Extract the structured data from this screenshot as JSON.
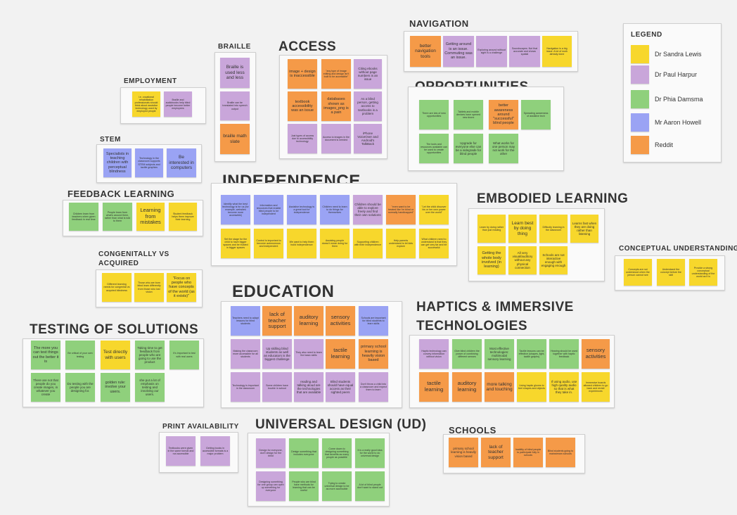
{
  "legend": {
    "title": "LEGEND",
    "items": [
      {
        "label": "Dr Sandra Lewis",
        "color": "#f7d72c"
      },
      {
        "label": "Dr Paul Harpur",
        "color": "#c9a6da"
      },
      {
        "label": "Dr Phia Damsma",
        "color": "#8fd07c"
      },
      {
        "label": "Mr Aaron Howell",
        "color": "#9aa3f4"
      },
      {
        "label": "Reddit",
        "color": "#f59a48"
      }
    ]
  },
  "clusters": {
    "employment": {
      "title": "EMPLOYMENT",
      "notes": [
        "i.e. vocational rehabilitation professionals should think about assistive technology used by employed people",
        "Braille and audiobooks help blind people become better employees"
      ]
    },
    "stem": {
      "title": "STEM",
      "notes": [
        "Specialists in teaching children with perceptual blindness",
        "Technology in the classroom supports STEM subjects and tactile graphics",
        "Be interested in computers"
      ]
    },
    "feedback": {
      "title": "FEEDBACK LEARNING",
      "notes": [
        "Children learn from teachers when given feedback in real time",
        "People learn from what's around them, rather than what is told to them",
        "Learning from mistakes",
        "Student feedback helps them improve their learning"
      ]
    },
    "congenital": {
      "title": "CONGENITALLY VS ACQUIRED BLINDNESS",
      "notes": [
        "Different learning needs for congenital vs acquired blindness",
        "Those who are born blind learn differently from those who lost vision",
        "\"Focus on people who have concepts of the world (as it exists)\""
      ]
    },
    "testing": {
      "title": "TESTING OF SOLUTIONS",
      "notes": [
        "The more you can test things out the better it is",
        "Be critical of your own testing",
        "Test directly with users",
        "Taking time to get feedback from people who are going to use the product",
        "It's important to test with real users",
        "There are not that people do you create images, in whatever you create",
        "Do testing with the people you are designing for.",
        "golden rule: involve your users.",
        "she put a lot of emphasis on testing and involving our users."
      ]
    },
    "braille": {
      "title": "BRAILLE",
      "notes": [
        "Braille is used less and less",
        "Braille can be translated into speech output",
        "braille math slate"
      ]
    },
    "access": {
      "title": "ACCESS",
      "notes": [
        "image + design is inaccessible",
        "\"any type of image editing and design isn't built to be accessible\"",
        "Citing ebooks without page numbers is an issue",
        "textbook accessibility was an issue",
        "databases shown as images_png is a pain",
        "As a blind person, getting access to textbooks is a problem",
        "Just types of access due to accessibility technology",
        "Access to images in the document is needed",
        "iPhone VoiceOver and Android's TalkBack"
      ]
    },
    "navigation": {
      "title": "NAVIGATION",
      "notes": [
        "better navigation tools",
        "Getting around is an issue. Commuting was an issue.",
        "Exploring around without sight is a challenge",
        "Soundscapes: Not that accurate and shows spatial",
        "Navigation is a big issue. A lot of work already done"
      ]
    },
    "opportunities": {
      "title": "OPPORTUNITIES",
      "notes": [
        "There are lots of new opportunities",
        "Tablets and mobile devices have opened new doors",
        "better awareness around \"successful\" blind people",
        "Spreading awareness of assistive tech",
        "The tools and resources available can be used to create opportunities",
        "Upgrade for everyone else can be a sidegrade for blind people",
        "What works for one person may not work for the other"
      ]
    },
    "independence": {
      "title": "INDEPENDENCE",
      "notes": [
        "Identify what the best technology is for us (for example, websites become more accessible)",
        "Information and resources that enable blind people to be independent",
        "Assistive technology is a great tool for independence",
        "Children need to learn to do things for themselves",
        "Children should be able to explore freely and find their own solutions",
        "\"even want to be treated like i'm blind or normally handicapped\"",
        "\"Let the child discover his or her own power over the world\"",
        "Set the stage for the child to have bigger spaces and be trusted in bigger spaces",
        "Control is important to become autonomous and independent",
        "We want to help them build independence",
        "Assisting people doesn't mean doing for them",
        "Supporting children with their independence",
        "Help parents understand to let kids explore",
        "What children need to understand is that they can get very far and be successful"
      ]
    },
    "embodied": {
      "title": "EMBODIED LEARNING",
      "notes": [
        "Learn by doing rather than just reading",
        "Learn best by doing thing",
        "Difficulty learning in the classroom",
        "Learns fast when they are doing rather than listening",
        "Getting the whole body involved (in learning)",
        "All very visual/auditory without any physical connection",
        "Schools are not interactive enough with engaging enough"
      ]
    },
    "conceptual": {
      "title": "CONCEPTUAL UNDERSTANDING",
      "notes": [
        "Concepts are not understood when the person cannot see",
        "Understand the concept before the skill",
        "Provide a strong conceptual understanding of the world as it is"
      ]
    },
    "education": {
      "title": "EDUCATION",
      "notes": [
        "Teachers need to adapt lessons for blind students",
        "lack of teacher support",
        "auditory learning",
        "sensory activities",
        "Schools are important for blind students to learn skills",
        "Making the classroom more accessible for all students",
        "Up skilling blind students as well as educators is the biggest challenge",
        "They also need to learn the basic skills",
        "tactile learning",
        "primary school learning is heavily vision based",
        "Technology is important in the classroom",
        "Some children have trouble in school",
        "reading and talking aloud are the technologies that are available",
        "Blind students should have equal access as their sighted peers",
        "Don't throw a child into a classroom and expect them to learn"
      ]
    },
    "haptics": {
      "title": "HAPTICS & IMMERSIVE TECHNOLOGIES",
      "notes": [
        "Haptic technology can convey information without vision",
        "Give blind children the power of combining different senses",
        "Most effective technologies: multimodal sensory learning",
        "Tactile lessons can be effective (shapes, light, tactile graphs)",
        "Hearing should be used together with haptic feedback",
        "sensory activities",
        "tactile learning",
        "auditory learning",
        "more talking and touching",
        "Using haptic gloves to feel shapes and objects",
        "If using audio, use high quality audio so that is what they take in.",
        "Immersive boards allowed children to go back and revisit experiences"
      ]
    },
    "print": {
      "title": "PRINT AVAILABILITY",
      "notes": [
        "Textbooks were given in the same format and not accessible",
        "Getting books in accessible formats is a major problem"
      ]
    },
    "ud": {
      "title": "UNIVERSAL DESIGN (UD)",
      "notes": [
        "Design for everyone, don't design for the blind",
        "Design something that includes everyone",
        "Come down to designing something that benefits as many people as possible",
        "It is a really good idea for the world to do universal design",
        "Designing something for one group can open up something for everyone",
        "People who are blind have methods for learning that can be useful",
        "Trying to create universal design to be as more accessible",
        "A lot of blind people don't want to stand out"
      ]
    },
    "schools": {
      "title": "SCHOOLS",
      "notes": [
        "primary school learning is heavily vision based",
        "lack of teacher support",
        "Inability of blind people to participate fully in schools",
        "Blind students going to mainstream schools"
      ]
    }
  }
}
